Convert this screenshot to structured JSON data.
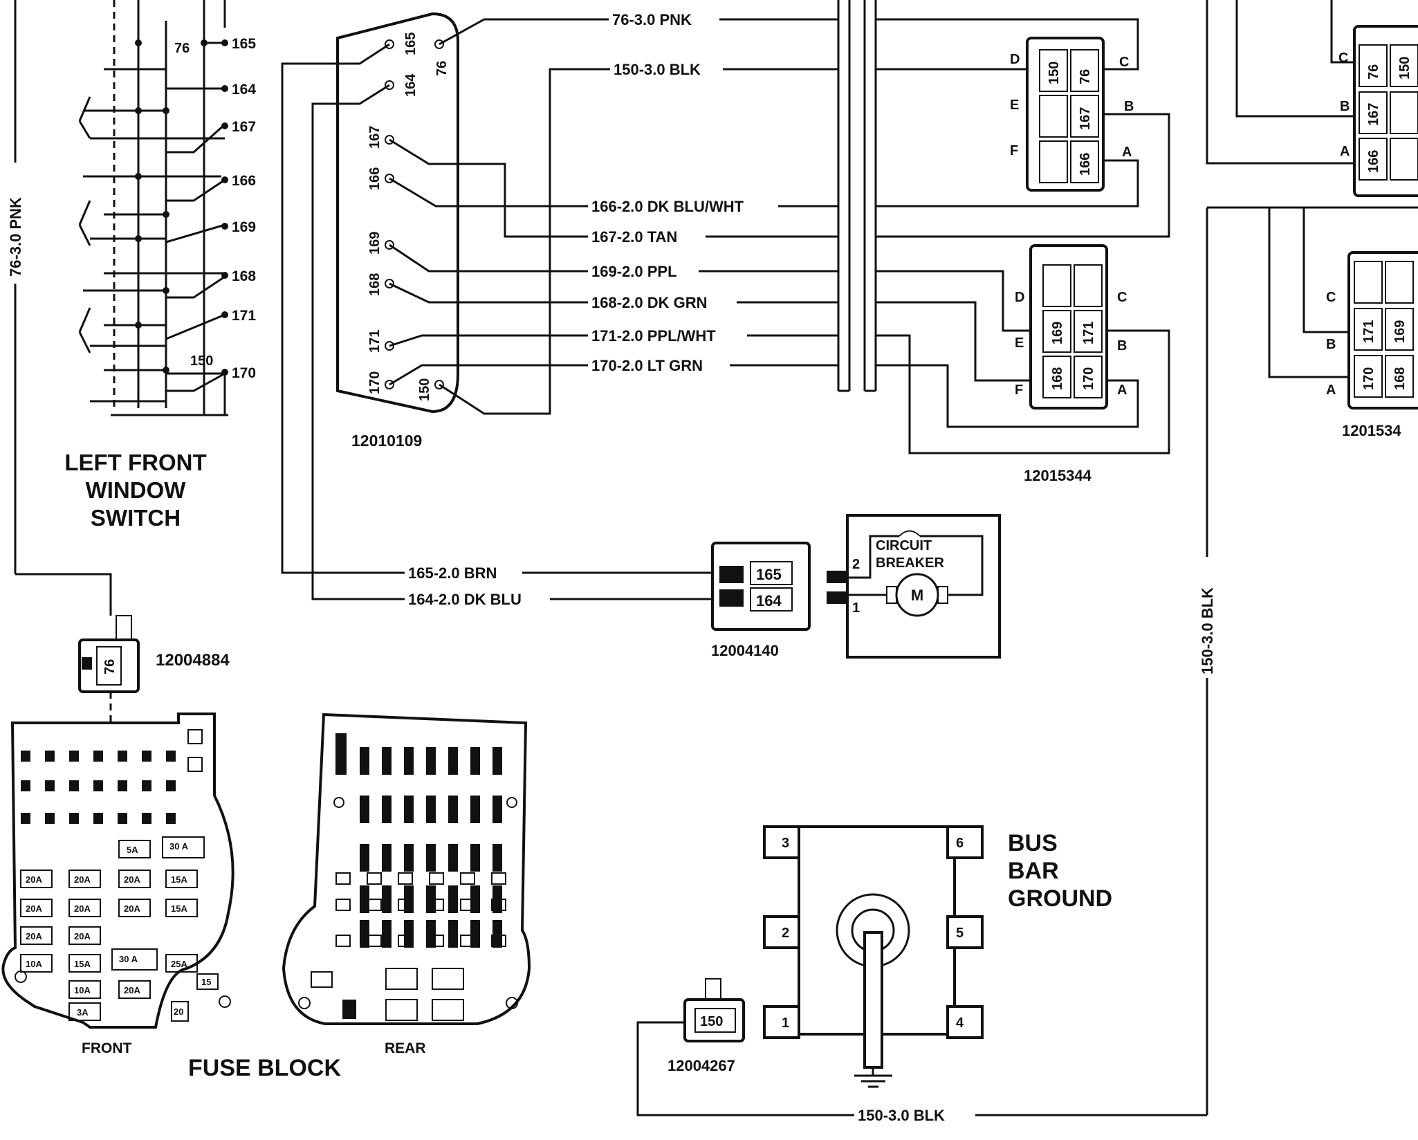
{
  "left_switch": {
    "title": [
      "LEFT FRONT",
      "WINDOW",
      "SWITCH"
    ],
    "inner_labels": [
      "76",
      "150"
    ],
    "terminals": [
      "165",
      "164",
      "167",
      "166",
      "169",
      "168",
      "171",
      "170"
    ]
  },
  "vertical_wires": {
    "left": "76-3.0 PNK",
    "right": "150-3.0 BLK"
  },
  "main_connector": {
    "part": "12010109",
    "pins": [
      "165",
      "164",
      "76",
      "167",
      "166",
      "169",
      "168",
      "171",
      "170",
      "150"
    ]
  },
  "wires": [
    "76-3.0 PNK",
    "150-3.0 BLK",
    "166-2.0 DK BLU/WHT",
    "167-2.0 TAN",
    "169-2.0 PPL",
    "168-2.0 DK GRN",
    "171-2.0 PPL/WHT",
    "170-2.0 LT GRN"
  ],
  "motor_wires": [
    "165-2.0 BRN",
    "164-2.0 DK BLU"
  ],
  "upper_connector": {
    "pins": [
      "150",
      "76",
      "167",
      "166"
    ],
    "letters": [
      "D",
      "C",
      "E",
      "B",
      "F",
      "A"
    ]
  },
  "lower_connector": {
    "part": "12015344",
    "pins": [
      "169",
      "171",
      "168",
      "170"
    ],
    "letters": [
      "D",
      "C",
      "E",
      "B",
      "F",
      "A"
    ]
  },
  "right_upper_connector": {
    "pins": [
      "76",
      "150",
      "167",
      "166"
    ],
    "letters": [
      "C",
      "B",
      "A"
    ]
  },
  "right_lower_connector": {
    "part": "1201534",
    "pins": [
      "171",
      "169",
      "170",
      "168"
    ],
    "letters": [
      "C",
      "B",
      "A"
    ]
  },
  "motor": {
    "part": "12004140",
    "pins": [
      "165",
      "164"
    ],
    "terminal_numbers": [
      "2",
      "1"
    ],
    "label": [
      "CIRCUIT",
      "BREAKER"
    ],
    "symbol": "M"
  },
  "pnk_connector": {
    "part": "12004884",
    "pin": "76"
  },
  "fuse_block": {
    "title": "FUSE BLOCK",
    "front": "FRONT",
    "rear": "REAR",
    "ratings": [
      "20A",
      "20A",
      "5A",
      "30 A",
      "20A",
      "20A",
      "20A",
      "15A",
      "20A",
      "20A",
      "20A",
      "15A",
      "10A",
      "15A",
      "30 A",
      "25A",
      "10A",
      "20A",
      "3A",
      "15",
      "20"
    ]
  },
  "ground": {
    "part": "12004267",
    "pin": "150",
    "wire": "150-3.0 BLK",
    "bus_label": [
      "BUS",
      "BAR",
      "GROUND"
    ],
    "terminals": [
      "3",
      "6",
      "2",
      "5",
      "1",
      "4"
    ]
  }
}
